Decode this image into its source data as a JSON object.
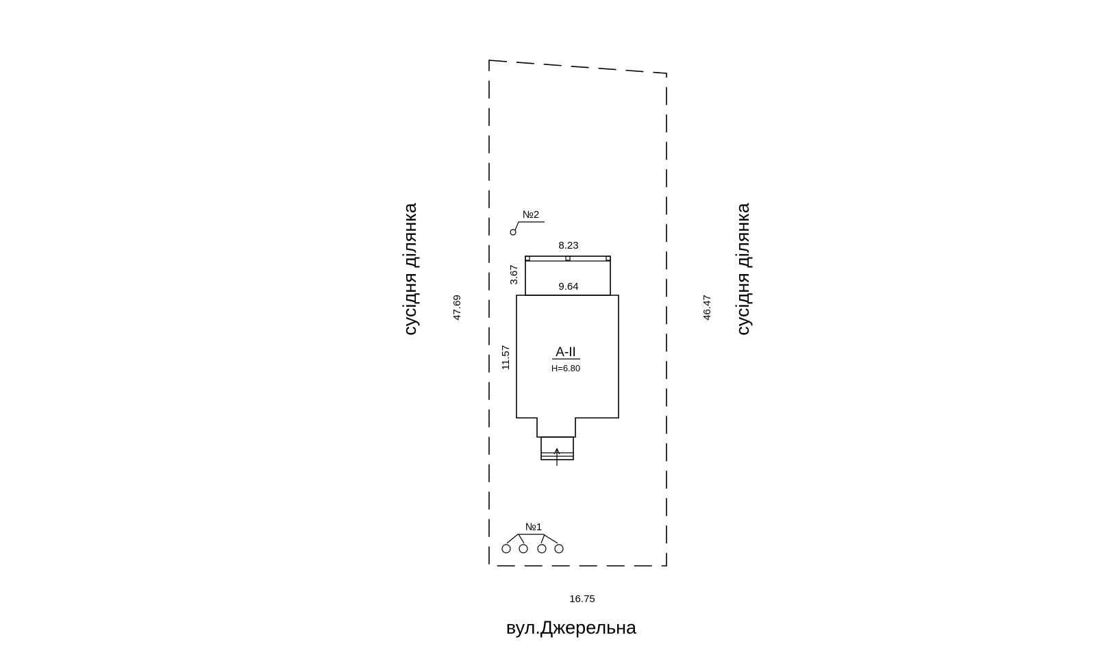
{
  "plan": {
    "neighbor_left": "сусідня ділянка",
    "neighbor_right": "сусідня ділянка",
    "street": "вул.Джерельна",
    "dim_left_boundary": "47.69",
    "dim_right_boundary": "46.47",
    "dim_bottom_boundary": "16.75",
    "dim_terrace_top": "8.23",
    "dim_terrace_bottom": "9.64",
    "dim_terrace_side": "3.67",
    "dim_house_side": "11.57",
    "building_code": "А-ІІ",
    "building_height": "Н=6.80",
    "marker_1": "№1",
    "marker_2": "№2"
  }
}
